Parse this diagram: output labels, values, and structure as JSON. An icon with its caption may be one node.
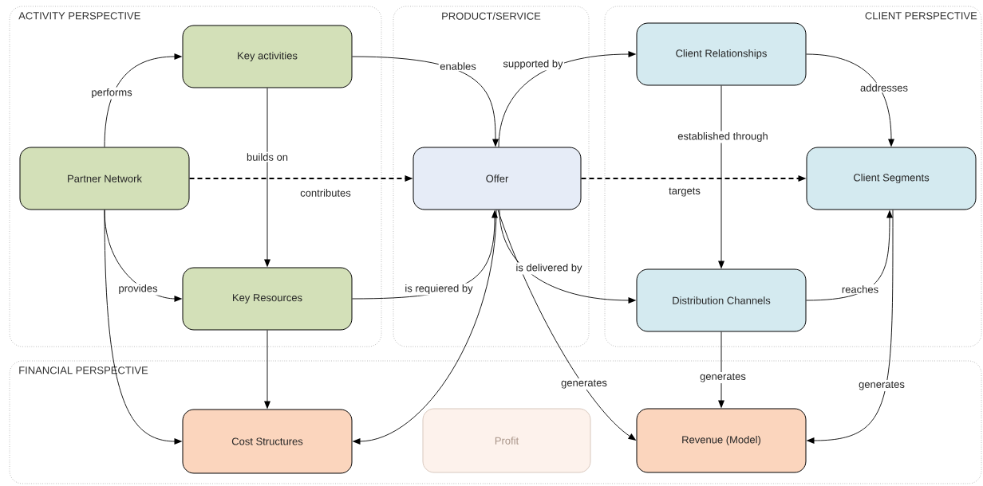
{
  "diagram": {
    "nodes": [
      {
        "text": [
          "ACTIVITY PERSPECTIVE"
        ]
      },
      {
        "text": [
          "PRODUCT/SERVICE"
        ]
      },
      {
        "text": [
          "CLIENT PERSPECTIVE"
        ]
      },
      {
        "text": [
          "FINANCIAL PERSPECTIVE"
        ]
      },
      {
        "text": [
          "Key activities"
        ],
        "in": 0
      },
      {
        "text": [
          "Partner Network"
        ],
        "in": 0
      },
      {
        "text": [
          "Key Resources"
        ],
        "in": 0
      },
      {
        "text": [
          "Offer"
        ],
        "in": 1
      },
      {
        "text": [
          "Client Relationships"
        ],
        "in": 2
      },
      {
        "text": [
          "Client Segments"
        ],
        "in": 2
      },
      {
        "text": [
          "Distribution Channels"
        ],
        "in": 2
      },
      {
        "text": [
          "Cost Structures"
        ],
        "in": 3
      },
      {
        "text": [
          "Profit"
        ],
        "in": 3
      },
      {
        "text": [
          "Revenue  (Model)"
        ],
        "in": 3
      }
    ],
    "edges": [
      {
        "from": 5,
        "to": 4,
        "arrow": "to",
        "label": "performs"
      },
      {
        "from": 4,
        "to": 7,
        "arrow": "to",
        "label": "enables"
      },
      {
        "from": 7,
        "to": 8,
        "arrow": "to",
        "label": "supported by"
      },
      {
        "from": 5,
        "to": 7,
        "arrow": "to",
        "label": "contributes",
        "style": "dashed"
      },
      {
        "from": 4,
        "to": 6,
        "arrow": "to",
        "label": "builds on"
      },
      {
        "from": 8,
        "to": 9,
        "arrow": "to",
        "label": "addresses"
      },
      {
        "from": 7,
        "to": 9,
        "arrow": "to",
        "label": "targets",
        "style": "dashed"
      },
      {
        "from": 8,
        "to": 10,
        "arrow": "to",
        "label": "established through"
      },
      {
        "from": 5,
        "to": 6,
        "arrow": "to",
        "label": "provides"
      },
      {
        "from": 5,
        "to": 11,
        "arrow": "to"
      },
      {
        "from": 6,
        "to": 7,
        "arrow": "to",
        "label": "is requiered by"
      },
      {
        "from": 7,
        "to": 10,
        "arrow": "to",
        "label": "is delivered by"
      },
      {
        "from": 6,
        "to": 11,
        "arrow": "to"
      },
      {
        "from": 10,
        "to": 9,
        "arrow": "to",
        "label": "reaches"
      },
      {
        "from": 7,
        "to": 11,
        "arrow": "to"
      },
      {
        "from": 7,
        "to": 13,
        "arrow": "to",
        "label": "generates"
      },
      {
        "from": 10,
        "to": 13,
        "arrow": "to",
        "label": "generates"
      },
      {
        "from": 9,
        "to": 13,
        "arrow": "to",
        "label": "generates"
      }
    ]
  }
}
